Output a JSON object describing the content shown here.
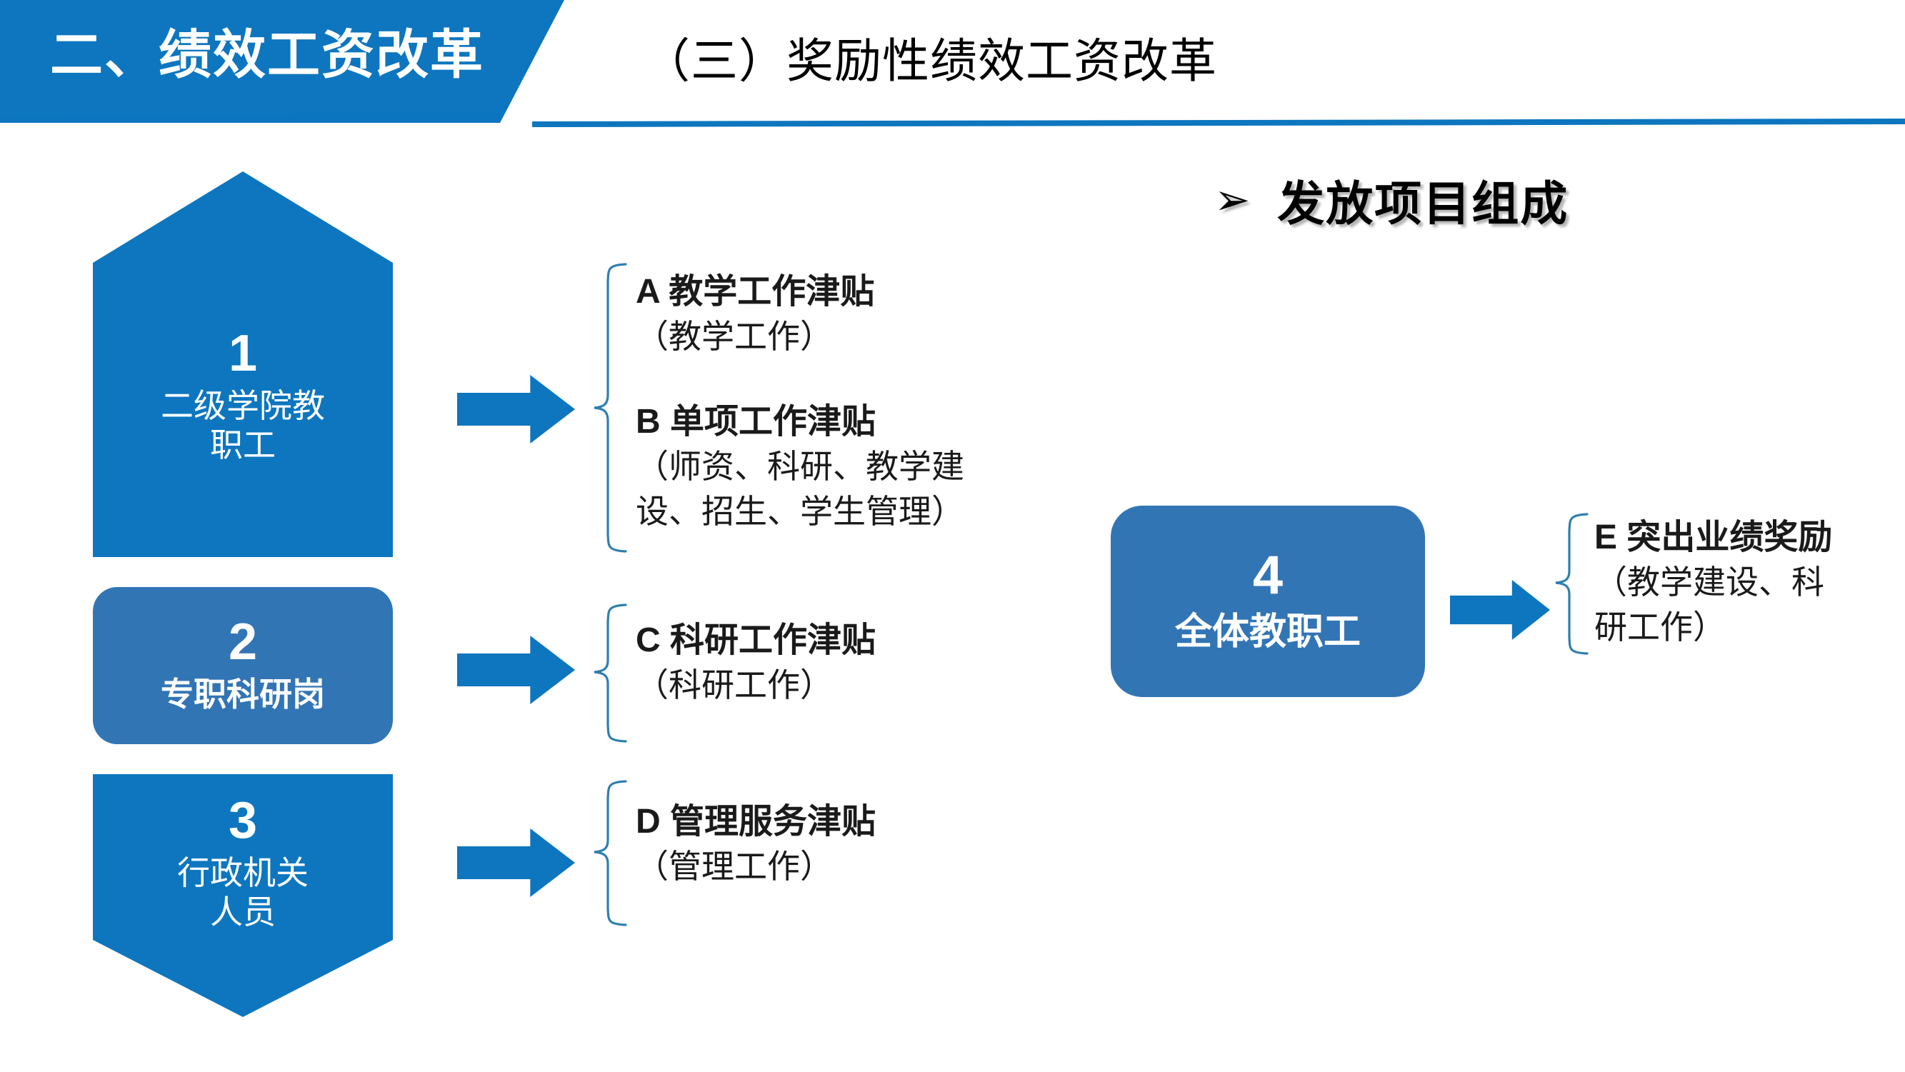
{
  "header": {
    "section_label": "二、绩效工资改革",
    "subtitle": "（三）奖励性绩效工资改革",
    "band_color": "#0d76bf"
  },
  "right_heading": {
    "bullet_glyph": "➢",
    "text": "发放项目组成"
  },
  "groups": [
    {
      "id": "1",
      "number": "1",
      "label": "二级学院教\n职工",
      "label_line1": "二级学院教",
      "label_line2": "职工",
      "shape": "pentagon-up",
      "color": "#0d76bf",
      "items": [
        {
          "code": "A",
          "title": "A  教学工作津贴",
          "detail": "（教学工作）"
        },
        {
          "code": "B",
          "title": "B  单项工作津贴",
          "detail_line1": "（师资、科研、教学建",
          "detail_line2": "设、招生、学生管理）"
        }
      ]
    },
    {
      "id": "2",
      "number": "2",
      "label": "专职科研岗",
      "shape": "rounded-rect",
      "color": "#3275b5",
      "items": [
        {
          "code": "C",
          "title": "C  科研工作津贴",
          "detail": "（科研工作）"
        }
      ]
    },
    {
      "id": "3",
      "number": "3",
      "label_line1": "行政机关",
      "label_line2": "人员",
      "shape": "pentagon-down",
      "color": "#0d76bf",
      "items": [
        {
          "code": "D",
          "title": "D 管理服务津贴",
          "detail": "（管理工作）"
        }
      ]
    },
    {
      "id": "4",
      "number": "4",
      "label": "全体教职工",
      "shape": "rounded-rect",
      "color": "#3275b5",
      "items": [
        {
          "code": "E",
          "title": "E 突出业绩奖励",
          "detail_line1": "（教学建设、科",
          "detail_line2": "研工作）"
        }
      ]
    }
  ],
  "icons": {
    "arrow_right": "right-block-arrow",
    "brace": "curly-brace-left"
  }
}
